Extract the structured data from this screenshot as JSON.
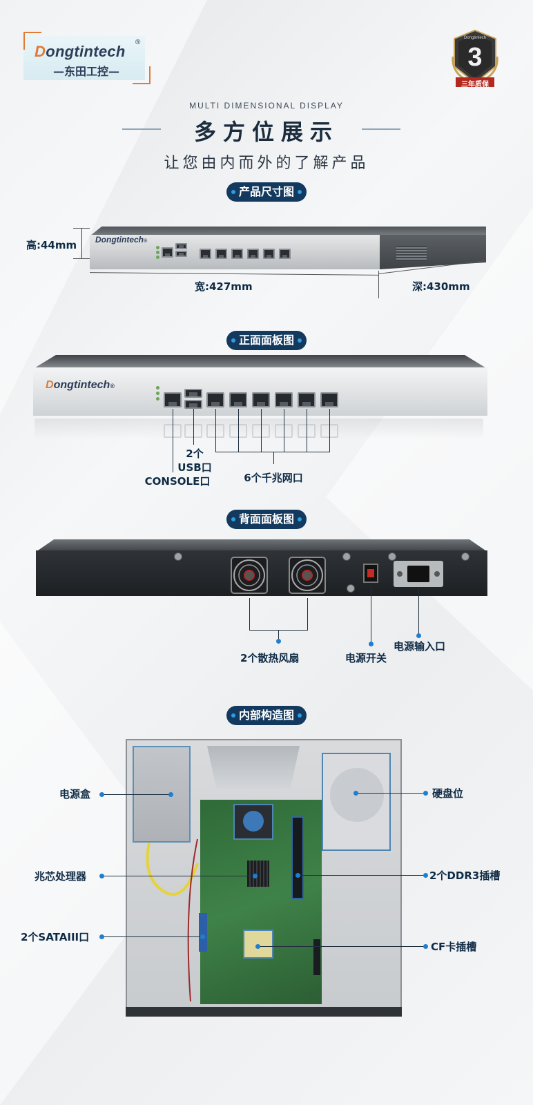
{
  "logo": {
    "brand_initial": "D",
    "brand_rest": "ongtintech",
    "registered": "®",
    "cn": "—东田工控—"
  },
  "badge": {
    "number": "3",
    "top_text": "Dongtintech",
    "bottom_text": "三年质保"
  },
  "header": {
    "subtitle_en": "MULTI DIMENSIONAL DISPLAY",
    "title": "多方位展示",
    "tagline": "让您由内而外的了解产品"
  },
  "sections": {
    "dimensions": "产品尺寸图",
    "front": "正面面板图",
    "rear": "背面面板图",
    "internal": "内部构造图"
  },
  "device": {
    "brand": "Dongtintech",
    "registered": "®"
  },
  "dimensions": {
    "height": "高:44mm",
    "width": "宽:427mm",
    "depth": "深:430mm"
  },
  "front_labels": {
    "usb_count": "2个",
    "usb": "USB口",
    "console": "CONSOLE口",
    "lan": "6个千兆网口"
  },
  "rear_labels": {
    "fans": "2个散热风扇",
    "switch": "电源开关",
    "power_input": "电源输入口"
  },
  "internal_labels": {
    "psu": "电源盒",
    "cpu": "兆芯处理器",
    "sata": "2个SATAIII口",
    "hdd": "硬盘位",
    "ddr3": "2个DDR3插槽",
    "cf": "CF卡插槽"
  },
  "colors": {
    "accent": "#133a5e",
    "pointer_dot": "#1f7ed0",
    "logo_orange": "#e07a34"
  }
}
